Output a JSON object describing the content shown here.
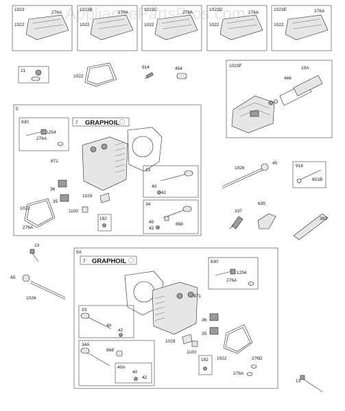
{
  "watermark": "AppliancePartsPros.com",
  "labels": {
    "kit_1023": "1023",
    "kit_1023b": "1023B",
    "kit_1023c": "1023C",
    "kit_1023d": "1023D",
    "kit_1023e": "1023E",
    "kit_1023f": "1023F",
    "p276a": "276A",
    "p1022": "1022",
    "p21": "21",
    "p914": "914",
    "p454": "454",
    "p466": "466",
    "p10a": "10A",
    "box5": "5",
    "box5a": "5A",
    "box7": "7",
    "graphoil": "GRAPHOIL",
    "box830": "830",
    "p1254": "1254",
    "p871": "871",
    "box33": "33",
    "box34": "34",
    "box34a": "34A",
    "box40a": "40A",
    "p40": "40",
    "p42": "42",
    "p868": "868",
    "p36": "36",
    "p35": "35",
    "p1029": "1029",
    "p1100": "1100",
    "box192": "192",
    "p1026": "1026",
    "p45": "45",
    "box918": "918",
    "p601b": "601B",
    "p337": "337",
    "p635": "635",
    "p383": "383",
    "p13": "13",
    "p276d": "276D"
  }
}
